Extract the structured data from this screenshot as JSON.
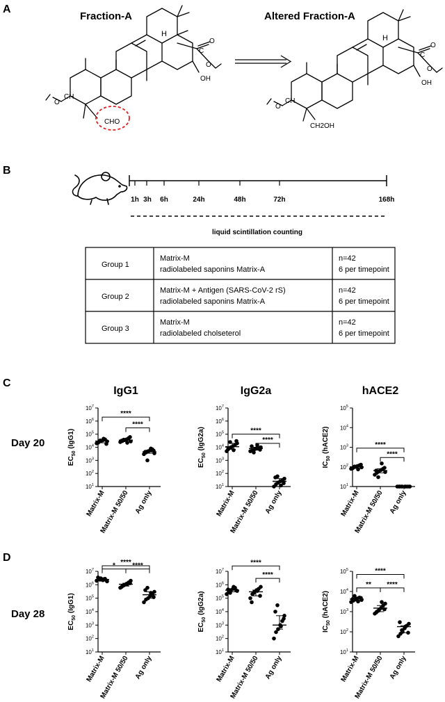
{
  "panels": {
    "A": {
      "label": "A",
      "left_title": "Fraction-A",
      "right_title": "Altered Fraction-A",
      "left_atoms": {
        "H": "H",
        "C": "C",
        "O1": "O",
        "O2": "O",
        "OH": "OH",
        "CH": "CH",
        "O3": "O",
        "CHO": "CHO"
      },
      "right_atoms": {
        "H": "H",
        "C": "C",
        "O1": "O",
        "O2": "O",
        "OH": "OH",
        "CH": "CH",
        "O3": "O",
        "CH2OH": "CH2OH"
      }
    },
    "B": {
      "label": "B",
      "timeline_ticks": [
        "1h",
        "3h",
        "6h",
        "24h",
        "48h",
        "72h",
        "168h"
      ],
      "method_label": "liquid scintillation counting",
      "table": [
        {
          "group": "Group 1",
          "treatment": [
            "Matrix-M",
            "radiolabeled saponins Matrix-A"
          ],
          "n": [
            "n=42",
            "6 per timepoint"
          ]
        },
        {
          "group": "Group 2",
          "treatment": [
            "Matrix-M + Antigen (SARS-CoV-2 rS)",
            "radiolabeled saponins Matrix-A"
          ],
          "n": [
            "n=42",
            "6 per timepoint"
          ]
        },
        {
          "group": "Group 3",
          "treatment": [
            "Matrix-M",
            "radiolabeled cholseterol"
          ],
          "n": [
            "n=42",
            "6 per timepoint"
          ]
        }
      ]
    },
    "C": {
      "label": "C",
      "row_label": "Day 20"
    },
    "D": {
      "label": "D",
      "row_label": "Day 28"
    }
  },
  "chart_data": [
    {
      "panel": "C",
      "type": "scatter",
      "title": "IgG1",
      "ylabel": "EC50 (IgG1)",
      "yscale": "log",
      "ylim": [
        10,
        10000000
      ],
      "yticks": [
        "10^1",
        "10^2",
        "10^3",
        "10^4",
        "10^5",
        "10^6",
        "10^7"
      ],
      "categories": [
        "Matrix-M",
        "Matrix-M 50/50",
        "Ag only"
      ],
      "points": [
        [
          20000,
          25000,
          30000,
          35000,
          40000,
          28000,
          22000,
          33000,
          45000,
          18000
        ],
        [
          25000,
          30000,
          35000,
          40000,
          50000,
          28000,
          32000,
          38000,
          22000,
          60000
        ],
        [
          3000,
          4000,
          5000,
          6000,
          7000,
          3500,
          4500,
          1000,
          8000,
          5500
        ]
      ],
      "means": [
        30000,
        35000,
        4500
      ],
      "sig": [
        {
          "from": 0,
          "to": 2,
          "label": "****",
          "y": 2000000
        },
        {
          "from": 1,
          "to": 2,
          "label": "****",
          "y": 300000
        }
      ]
    },
    {
      "panel": "C",
      "type": "scatter",
      "title": "IgG2a",
      "ylabel": "EC50 (IgG2a)",
      "yscale": "log",
      "ylim": [
        10,
        10000000
      ],
      "yticks": [
        "10^1",
        "10^2",
        "10^3",
        "10^4",
        "10^5",
        "10^6",
        "10^7"
      ],
      "categories": [
        "Matrix-M",
        "Matrix-M 50/50",
        "Ag only"
      ],
      "points": [
        [
          5000,
          8000,
          10000,
          12000,
          15000,
          20000,
          7000,
          25000,
          6000,
          30000
        ],
        [
          5000,
          6000,
          7000,
          8000,
          9000,
          10000,
          12000,
          4000,
          15000,
          6500
        ],
        [
          10,
          15,
          20,
          25,
          30,
          40,
          50,
          60,
          12,
          18
        ]
      ],
      "means": [
        11000,
        8000,
        25
      ],
      "sig": [
        {
          "from": 0,
          "to": 2,
          "label": "****",
          "y": 100000
        },
        {
          "from": 1,
          "to": 2,
          "label": "****",
          "y": 20000
        }
      ]
    },
    {
      "panel": "C",
      "type": "scatter",
      "title": "hACE2",
      "ylabel": "IC50 (hACE2)",
      "yscale": "log",
      "ylim": [
        10,
        100000
      ],
      "yticks": [
        "10^1",
        "10^2",
        "10^3",
        "10^4",
        "10^5"
      ],
      "categories": [
        "Matrix-M",
        "Matrix-M 50/50",
        "Ag only"
      ],
      "points": [
        [
          80,
          90,
          100,
          110,
          120,
          95,
          85,
          105,
          75,
          130
        ],
        [
          40,
          50,
          60,
          70,
          80,
          55,
          65,
          30,
          150,
          90
        ],
        [
          10,
          10,
          10,
          10,
          10,
          10,
          10,
          10,
          10,
          10
        ]
      ],
      "means": [
        100,
        65,
        10
      ],
      "sig": [
        {
          "from": 0,
          "to": 2,
          "label": "****",
          "y": 900
        },
        {
          "from": 1,
          "to": 2,
          "label": "****",
          "y": 300
        }
      ]
    },
    {
      "panel": "D",
      "type": "scatter",
      "title": "",
      "ylabel": "EC50 (IgG1)",
      "yscale": "log",
      "ylim": [
        10,
        10000000
      ],
      "yticks": [
        "10^1",
        "10^2",
        "10^3",
        "10^4",
        "10^5",
        "10^6",
        "10^7"
      ],
      "categories": [
        "Matrix-M",
        "Matrix-M 50/50",
        "Ag only"
      ],
      "points": [
        [
          2000000,
          2500000,
          3000000,
          2200000,
          2800000,
          1800000,
          3500000,
          2400000,
          2600000,
          2100000
        ],
        [
          600000,
          800000,
          1000000,
          1200000,
          1500000,
          2000000,
          700000,
          900000,
          1100000,
          1300000
        ],
        [
          50000,
          80000,
          100000,
          150000,
          200000,
          300000,
          400000,
          600000,
          250000,
          120000
        ]
      ],
      "means": [
        2500000,
        1100000,
        180000
      ],
      "sig": [
        {
          "from": 0,
          "to": 2,
          "label": "****",
          "y": 70000000
        },
        {
          "from": 0,
          "to": 1,
          "label": "*",
          "y": 15000000
        },
        {
          "from": 1,
          "to": 2,
          "label": "****",
          "y": 15000000
        }
      ]
    },
    {
      "panel": "D",
      "type": "scatter",
      "title": "",
      "ylabel": "EC50 (IgG2a)",
      "yscale": "log",
      "ylim": [
        10,
        10000000
      ],
      "yticks": [
        "10^1",
        "10^2",
        "10^3",
        "10^4",
        "10^5",
        "10^6",
        "10^7"
      ],
      "categories": [
        "Matrix-M",
        "Matrix-M 50/50",
        "Ag only"
      ],
      "points": [
        [
          200000,
          300000,
          400000,
          500000,
          600000,
          350000,
          450000,
          250000,
          700000,
          380000
        ],
        [
          100000,
          200000,
          300000,
          400000,
          500000,
          700000,
          50000,
          250000,
          350000,
          150000
        ],
        [
          100,
          300,
          500,
          1000,
          2000,
          5000,
          10000,
          30000,
          800,
          3000
        ]
      ],
      "means": [
        400000,
        300000,
        1000
      ],
      "sig": [
        {
          "from": 0,
          "to": 2,
          "label": "****",
          "y": 25000000
        },
        {
          "from": 1,
          "to": 2,
          "label": "****",
          "y": 3000000
        }
      ]
    },
    {
      "panel": "D",
      "type": "scatter",
      "title": "",
      "ylabel": "IC50 (hACE2)",
      "yscale": "log",
      "ylim": [
        10,
        100000
      ],
      "yticks": [
        "10^1",
        "10^2",
        "10^3",
        "10^4",
        "10^5"
      ],
      "categories": [
        "Matrix-M",
        "Matrix-M 50/50",
        "Ag only"
      ],
      "points": [
        [
          3000,
          3500,
          4000,
          4500,
          5000,
          3800,
          4200,
          6000,
          3200,
          4800
        ],
        [
          800,
          1000,
          1200,
          1500,
          2000,
          2500,
          900,
          1100,
          3000,
          1300
        ],
        [
          60,
          80,
          100,
          150,
          200,
          250,
          300,
          120,
          180,
          90
        ]
      ],
      "means": [
        4200,
        1500,
        180
      ],
      "sig": [
        {
          "from": 0,
          "to": 2,
          "label": "****",
          "y": 70000
        },
        {
          "from": 0,
          "to": 1,
          "label": "**",
          "y": 15000
        },
        {
          "from": 1,
          "to": 2,
          "label": "****",
          "y": 15000
        }
      ]
    }
  ]
}
